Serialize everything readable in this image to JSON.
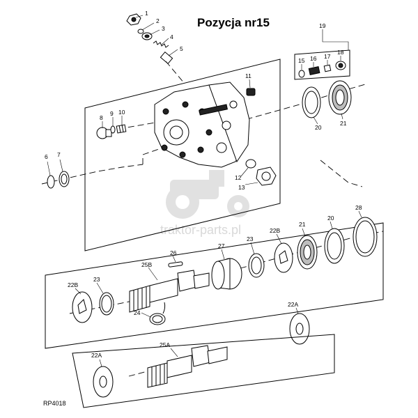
{
  "title": "Pozycja nr15",
  "watermark": "traktor-parts.pl",
  "drawing_code": "RP4018",
  "callouts": {
    "c1": "1",
    "c2": "2",
    "c3": "3",
    "c4": "4",
    "c5": "5",
    "c6": "6",
    "c7": "7",
    "c8": "8",
    "c9": "9",
    "c10": "10",
    "c11": "11",
    "c12": "12",
    "c13": "13",
    "c15": "15",
    "c16": "16",
    "c17": "17",
    "c18": "18",
    "c19": "19",
    "c20a": "20",
    "c21a": "21",
    "c20b": "20",
    "c21b": "21",
    "c22a1": "22A",
    "c22a2": "22A",
    "c22b1": "22B",
    "c22b2": "22B",
    "c23a": "23",
    "c23b": "23",
    "c24": "24",
    "c25a": "25A",
    "c25b": "25B",
    "c26": "26",
    "c27": "27",
    "c28": "28"
  }
}
